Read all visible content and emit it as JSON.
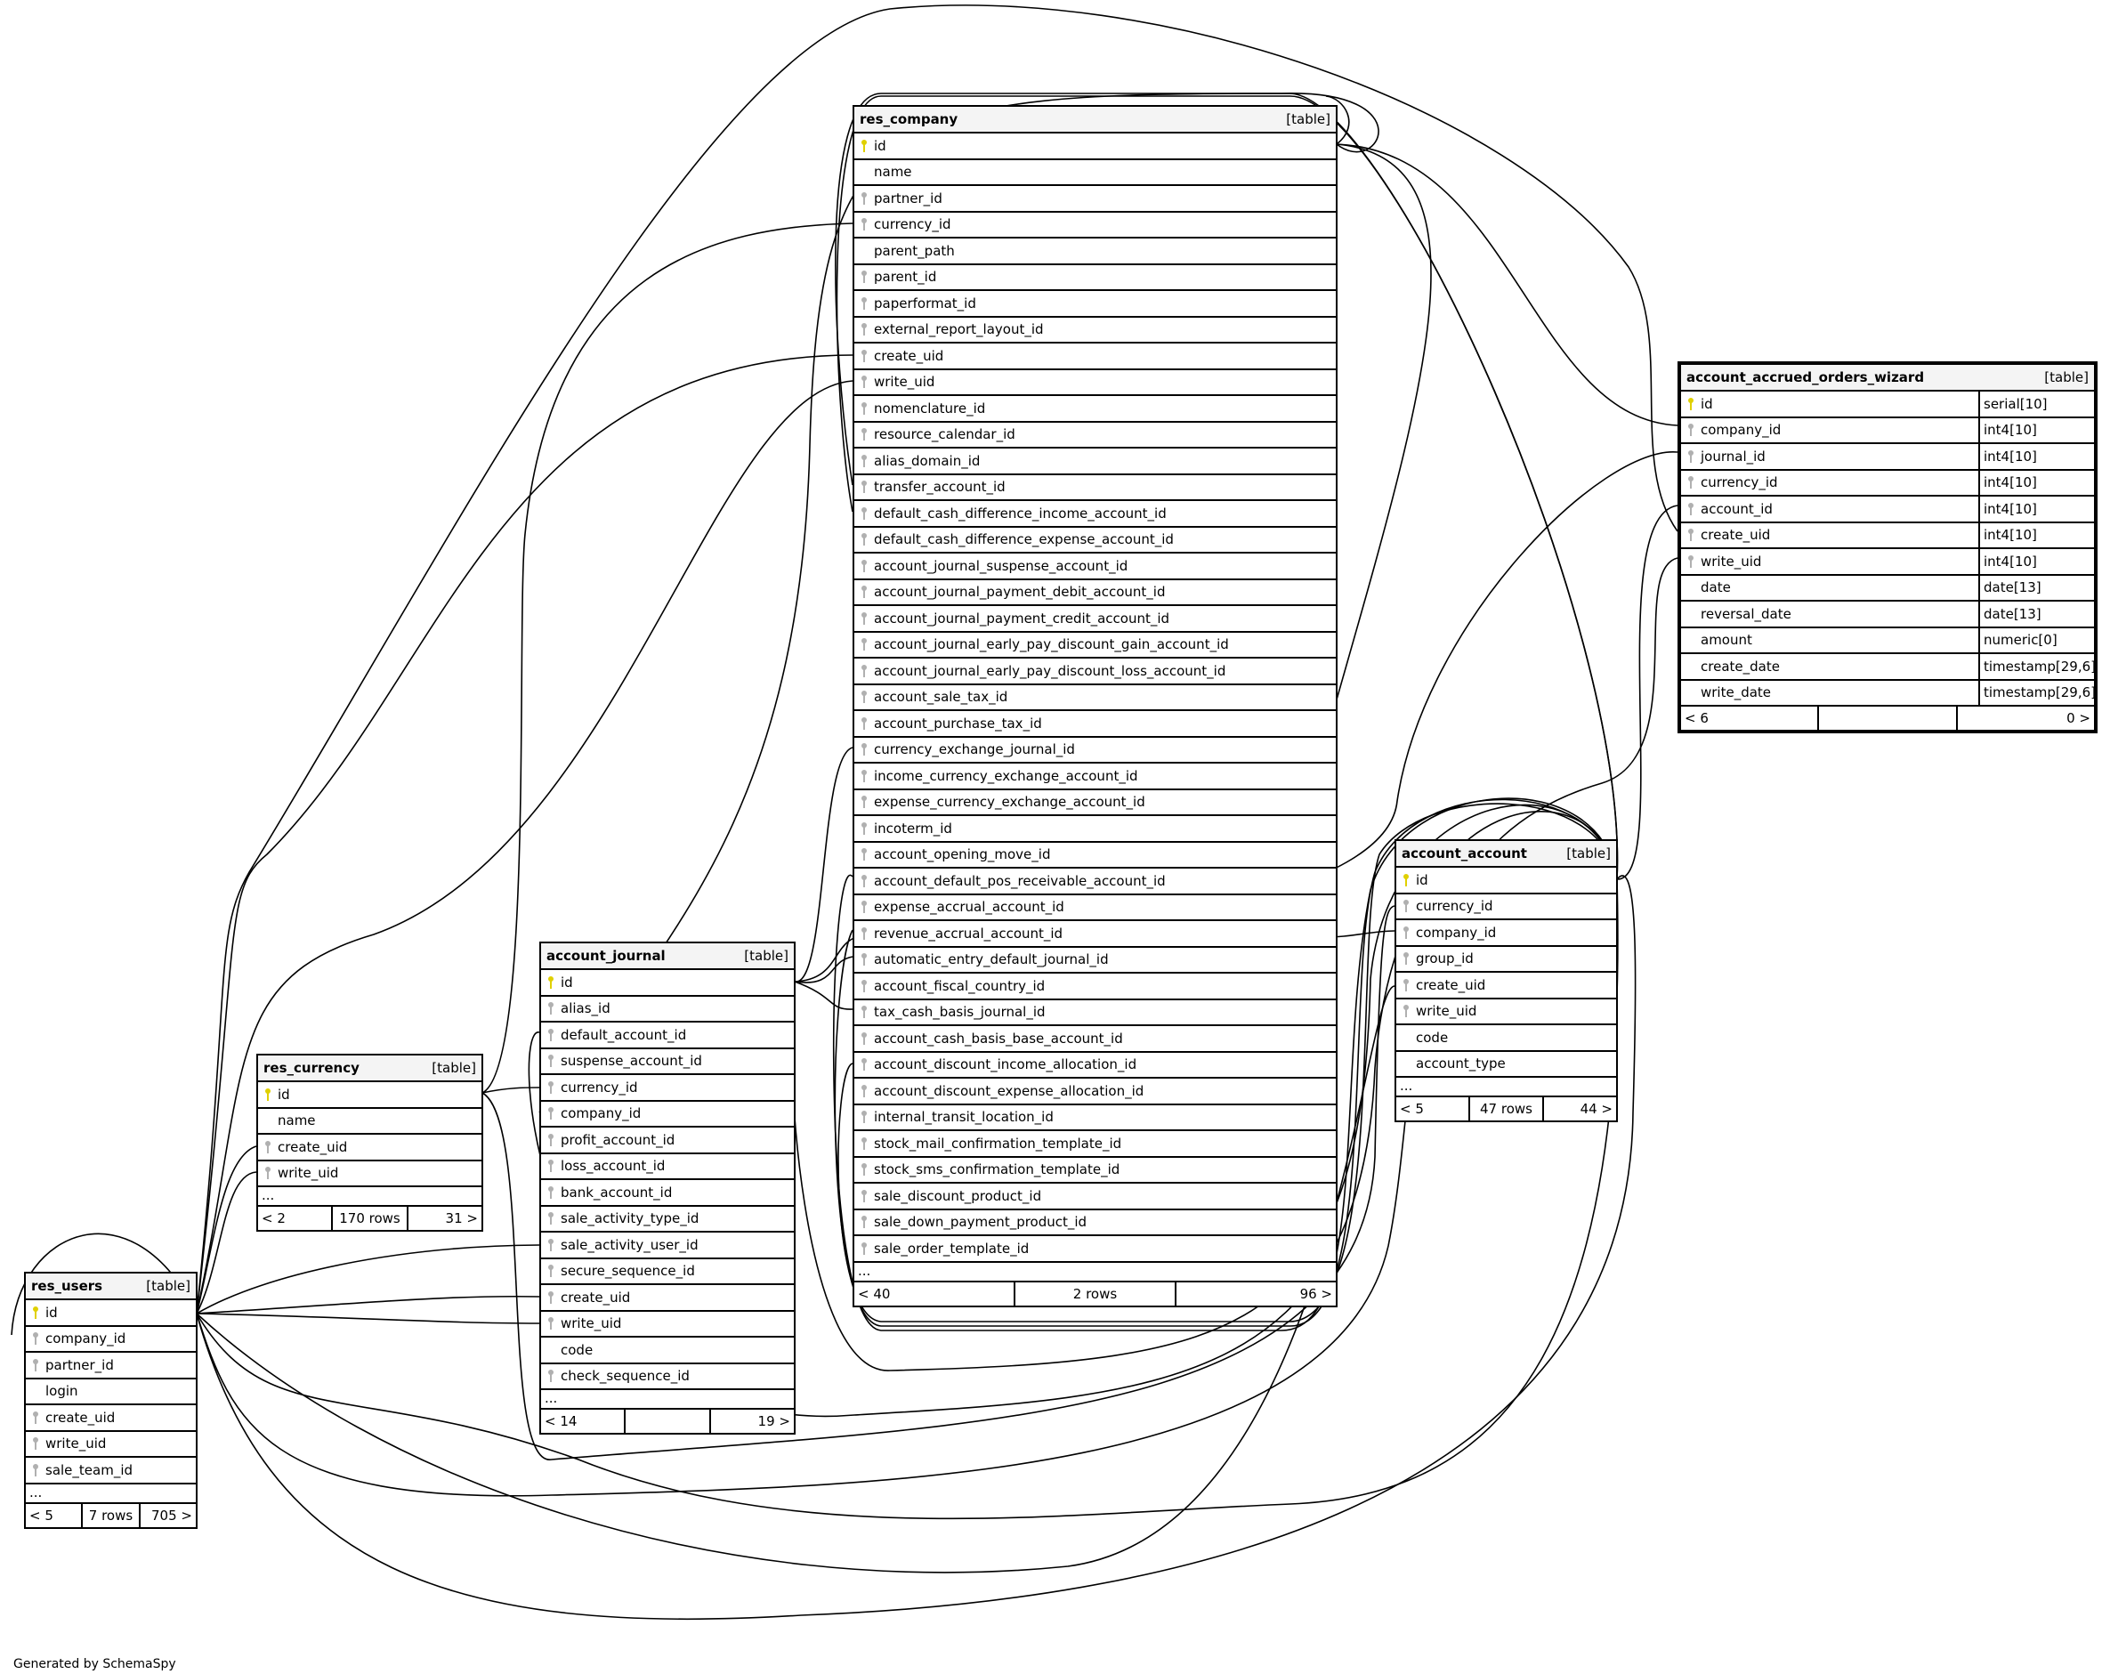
{
  "footer_credit": "Generated by SchemaSpy",
  "colors": {
    "pk_key": "#e0d000",
    "fk_key": "#b0b0b0",
    "header_bg": "#f4f4f4"
  },
  "tables": [
    {
      "id": "res_company",
      "name": "res_company",
      "kind": "[table]",
      "columns": [
        {
          "name": "id",
          "key": "pk"
        },
        {
          "name": "name",
          "key": ""
        },
        {
          "name": "partner_id",
          "key": "fk"
        },
        {
          "name": "currency_id",
          "key": "fk"
        },
        {
          "name": "parent_path",
          "key": ""
        },
        {
          "name": "parent_id",
          "key": "fk"
        },
        {
          "name": "paperformat_id",
          "key": "fk"
        },
        {
          "name": "external_report_layout_id",
          "key": "fk"
        },
        {
          "name": "create_uid",
          "key": "fk"
        },
        {
          "name": "write_uid",
          "key": "fk"
        },
        {
          "name": "nomenclature_id",
          "key": "fk"
        },
        {
          "name": "resource_calendar_id",
          "key": "fk"
        },
        {
          "name": "alias_domain_id",
          "key": "fk"
        },
        {
          "name": "transfer_account_id",
          "key": "fk"
        },
        {
          "name": "default_cash_difference_income_account_id",
          "key": "fk"
        },
        {
          "name": "default_cash_difference_expense_account_id",
          "key": "fk"
        },
        {
          "name": "account_journal_suspense_account_id",
          "key": "fk"
        },
        {
          "name": "account_journal_payment_debit_account_id",
          "key": "fk"
        },
        {
          "name": "account_journal_payment_credit_account_id",
          "key": "fk"
        },
        {
          "name": "account_journal_early_pay_discount_gain_account_id",
          "key": "fk"
        },
        {
          "name": "account_journal_early_pay_discount_loss_account_id",
          "key": "fk"
        },
        {
          "name": "account_sale_tax_id",
          "key": "fk"
        },
        {
          "name": "account_purchase_tax_id",
          "key": "fk"
        },
        {
          "name": "currency_exchange_journal_id",
          "key": "fk"
        },
        {
          "name": "income_currency_exchange_account_id",
          "key": "fk"
        },
        {
          "name": "expense_currency_exchange_account_id",
          "key": "fk"
        },
        {
          "name": "incoterm_id",
          "key": "fk"
        },
        {
          "name": "account_opening_move_id",
          "key": "fk"
        },
        {
          "name": "account_default_pos_receivable_account_id",
          "key": "fk"
        },
        {
          "name": "expense_accrual_account_id",
          "key": "fk"
        },
        {
          "name": "revenue_accrual_account_id",
          "key": "fk"
        },
        {
          "name": "automatic_entry_default_journal_id",
          "key": "fk"
        },
        {
          "name": "account_fiscal_country_id",
          "key": "fk"
        },
        {
          "name": "tax_cash_basis_journal_id",
          "key": "fk"
        },
        {
          "name": "account_cash_basis_base_account_id",
          "key": "fk"
        },
        {
          "name": "account_discount_income_allocation_id",
          "key": "fk"
        },
        {
          "name": "account_discount_expense_allocation_id",
          "key": "fk"
        },
        {
          "name": "internal_transit_location_id",
          "key": "fk"
        },
        {
          "name": "stock_mail_confirmation_template_id",
          "key": "fk"
        },
        {
          "name": "stock_sms_confirmation_template_id",
          "key": "fk"
        },
        {
          "name": "sale_discount_product_id",
          "key": "fk"
        },
        {
          "name": "sale_down_payment_product_id",
          "key": "fk"
        },
        {
          "name": "sale_order_template_id",
          "key": "fk"
        }
      ],
      "more": "...",
      "footer": {
        "parents": "< 40",
        "rows": "2 rows",
        "children": "96 >"
      }
    },
    {
      "id": "account_accrued_orders_wizard",
      "name": "account_accrued_orders_wizard",
      "kind": "[table]",
      "columns": [
        {
          "name": "id",
          "key": "pk",
          "type": "serial[10]"
        },
        {
          "name": "company_id",
          "key": "fk",
          "type": "int4[10]"
        },
        {
          "name": "journal_id",
          "key": "fk",
          "type": "int4[10]"
        },
        {
          "name": "currency_id",
          "key": "fk",
          "type": "int4[10]"
        },
        {
          "name": "account_id",
          "key": "fk",
          "type": "int4[10]"
        },
        {
          "name": "create_uid",
          "key": "fk",
          "type": "int4[10]"
        },
        {
          "name": "write_uid",
          "key": "fk",
          "type": "int4[10]"
        },
        {
          "name": "date",
          "key": "",
          "type": "date[13]"
        },
        {
          "name": "reversal_date",
          "key": "",
          "type": "date[13]"
        },
        {
          "name": "amount",
          "key": "",
          "type": "numeric[0]"
        },
        {
          "name": "create_date",
          "key": "",
          "type": "timestamp[29,6]"
        },
        {
          "name": "write_date",
          "key": "",
          "type": "timestamp[29,6]"
        }
      ],
      "footer": {
        "parents": "< 6",
        "rows": "",
        "children": "0 >"
      }
    },
    {
      "id": "account_account",
      "name": "account_account",
      "kind": "[table]",
      "columns": [
        {
          "name": "id",
          "key": "pk"
        },
        {
          "name": "currency_id",
          "key": "fk"
        },
        {
          "name": "company_id",
          "key": "fk"
        },
        {
          "name": "group_id",
          "key": "fk"
        },
        {
          "name": "create_uid",
          "key": "fk"
        },
        {
          "name": "write_uid",
          "key": "fk"
        },
        {
          "name": "code",
          "key": ""
        },
        {
          "name": "account_type",
          "key": ""
        }
      ],
      "more": "...",
      "footer": {
        "parents": "< 5",
        "rows": "47 rows",
        "children": "44 >"
      }
    },
    {
      "id": "account_journal",
      "name": "account_journal",
      "kind": "[table]",
      "columns": [
        {
          "name": "id",
          "key": "pk"
        },
        {
          "name": "alias_id",
          "key": "fk"
        },
        {
          "name": "default_account_id",
          "key": "fk"
        },
        {
          "name": "suspense_account_id",
          "key": "fk"
        },
        {
          "name": "currency_id",
          "key": "fk"
        },
        {
          "name": "company_id",
          "key": "fk"
        },
        {
          "name": "profit_account_id",
          "key": "fk"
        },
        {
          "name": "loss_account_id",
          "key": "fk"
        },
        {
          "name": "bank_account_id",
          "key": "fk"
        },
        {
          "name": "sale_activity_type_id",
          "key": "fk"
        },
        {
          "name": "sale_activity_user_id",
          "key": "fk"
        },
        {
          "name": "secure_sequence_id",
          "key": "fk"
        },
        {
          "name": "create_uid",
          "key": "fk"
        },
        {
          "name": "write_uid",
          "key": "fk"
        },
        {
          "name": "code",
          "key": ""
        },
        {
          "name": "check_sequence_id",
          "key": "fk"
        }
      ],
      "more": "...",
      "footer": {
        "parents": "< 14",
        "rows": "",
        "children": "19 >"
      }
    },
    {
      "id": "res_currency",
      "name": "res_currency",
      "kind": "[table]",
      "columns": [
        {
          "name": "id",
          "key": "pk"
        },
        {
          "name": "name",
          "key": ""
        },
        {
          "name": "create_uid",
          "key": "fk"
        },
        {
          "name": "write_uid",
          "key": "fk"
        }
      ],
      "more": "...",
      "footer": {
        "parents": "< 2",
        "rows": "170 rows",
        "children": "31 >"
      }
    },
    {
      "id": "res_users",
      "name": "res_users",
      "kind": "[table]",
      "columns": [
        {
          "name": "id",
          "key": "pk"
        },
        {
          "name": "company_id",
          "key": "fk"
        },
        {
          "name": "partner_id",
          "key": "fk"
        },
        {
          "name": "login",
          "key": ""
        },
        {
          "name": "create_uid",
          "key": "fk"
        },
        {
          "name": "write_uid",
          "key": "fk"
        },
        {
          "name": "sale_team_id",
          "key": "fk"
        }
      ],
      "more": "...",
      "footer": {
        "parents": "< 5",
        "rows": "7 rows",
        "children": "705 >"
      }
    }
  ]
}
